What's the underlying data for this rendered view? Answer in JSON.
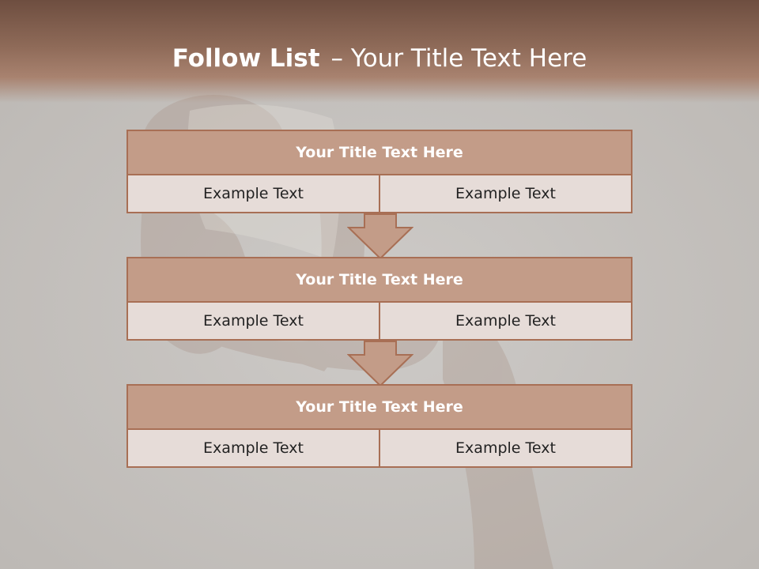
{
  "slide": {
    "title_bold": "Follow List",
    "title_rest": "– Your Title Text Here"
  },
  "blocks": [
    {
      "title": "Your Title Text Here",
      "left": "Example Text",
      "right": "Example Text"
    },
    {
      "title": "Your Title Text Here",
      "left": "Example Text",
      "right": "Example Text"
    },
    {
      "title": "Your Title Text Here",
      "left": "Example Text",
      "right": "Example Text"
    }
  ],
  "colors": {
    "header": "#7a5849",
    "box_title": "#c39c88",
    "box_cell": "#e6dcd8",
    "border": "#a86f55",
    "background": "#c9c6c3"
  }
}
